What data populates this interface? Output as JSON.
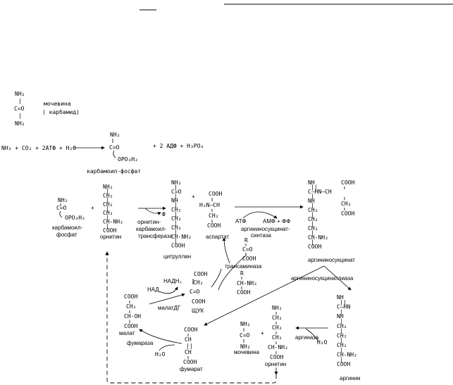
{
  "header": {
    "rule_left": "",
    "rule_right": ""
  },
  "urea_def": {
    "nh2_top": "NH₂",
    "bond1": "|",
    "co": "C=O",
    "bond2": "|",
    "nh2_bot": "NH₂",
    "name1": "мочевина",
    "name2": "( карбамид)"
  },
  "reaction1": {
    "reagents": "NH₃ + CO₂ + 2АТФ + H₂O",
    "products": "+ 2 АДФ + H₃PO₄",
    "cp_nh2": "NH₂",
    "cp_co": "C=O",
    "cp_opo": "OPO₃H₂",
    "cp_name": "карбамоил-фосфат"
  },
  "cycle": {
    "carbamoyl": {
      "nh2": "NH₂",
      "co": "C=O",
      "opo": "OPO₃H₂",
      "name1": "карбамоил-",
      "name2": "фосфат"
    },
    "plus1": "+",
    "ornithine_top": [
      "NH₂",
      "|",
      "CH₂",
      "|",
      "CH₂",
      "|",
      "CH₂",
      "|",
      "CH-NH₂",
      "|",
      "COOH"
    ],
    "ornithine_name": "орнитин",
    "enzyme1": [
      "орнитин-",
      "карбамоил-",
      "трансфераза"
    ],
    "phi": "Ф",
    "citrulline": [
      "NH₂",
      "|",
      "C=O",
      "|",
      "NH",
      "|",
      "CH₂",
      "|",
      "CH₂",
      "|",
      "CH₂",
      "|",
      "CH-NH₂",
      "|",
      "COOH"
    ],
    "citrulline_name": "цитруллин",
    "plus2": "+",
    "aspartate": {
      "cooh": "COOH",
      "h2n": "H₂N–CH",
      "ch2": "CH₂",
      "cooh2": "COOH",
      "name": "аспартат"
    },
    "atf": "АТФ",
    "amf": "АМФ + ФФ",
    "enzyme2": [
      "аргининосукцинат-",
      "синтаза"
    ],
    "argsucc": [
      "NH",
      "||",
      "C—HN—CH",
      "|",
      "NH",
      "|",
      "CH₂",
      "|",
      "CH₂",
      "|",
      "CH₂",
      "|",
      "CH-NH₂",
      "|",
      "COOH"
    ],
    "argsucc_right": [
      "COOH",
      "CH₂",
      "COOH"
    ],
    "argsucc_name": "аргининосукцинат",
    "ketoacid": {
      "r": "R",
      "co": "C=O",
      "cooh": "COOH"
    },
    "transaminase": "трансаминаза",
    "aminoacid": {
      "r": "R",
      "ch": "CH-NH₂",
      "cooh": "COOH"
    },
    "lyase": "аргининосукцинатлиаза",
    "nad": "НАД",
    "nadh": "НАДН₂",
    "oxaloacetate": [
      "COOH",
      "CH₂",
      "C=O",
      "COOH"
    ],
    "oaa_name": "ЩУК",
    "malatedg": "малатДГ",
    "malate": [
      "COOH",
      "CH₂",
      "CH-OH",
      "COOH"
    ],
    "malate_name": "малат",
    "fumarase": "фумараза",
    "h2o_1": "H₂O",
    "fumarate": [
      "COOH",
      "CH",
      "||",
      "CH",
      "COOH"
    ],
    "fumarate_name": "фумарат",
    "urea": [
      "NH₂",
      "C=O",
      "NH₂"
    ],
    "urea_name": "мочевина",
    "plus3": "+",
    "ornithine2": [
      "NH₂",
      "CH₂",
      "CH₂",
      "CH₂",
      "CH-NH₂",
      "COOH"
    ],
    "ornithine2_name": "орнитин",
    "arginase": "аргиназа",
    "h2o_2": "H₂O",
    "arginine": [
      "NH",
      "||",
      "C—HN",
      "|",
      "NH",
      "|",
      "CH₂",
      "|",
      "CH₂",
      "|",
      "CH₂",
      "|",
      "CH-NH₂",
      "|",
      "COOH"
    ],
    "arginine_name": "аргинин"
  }
}
